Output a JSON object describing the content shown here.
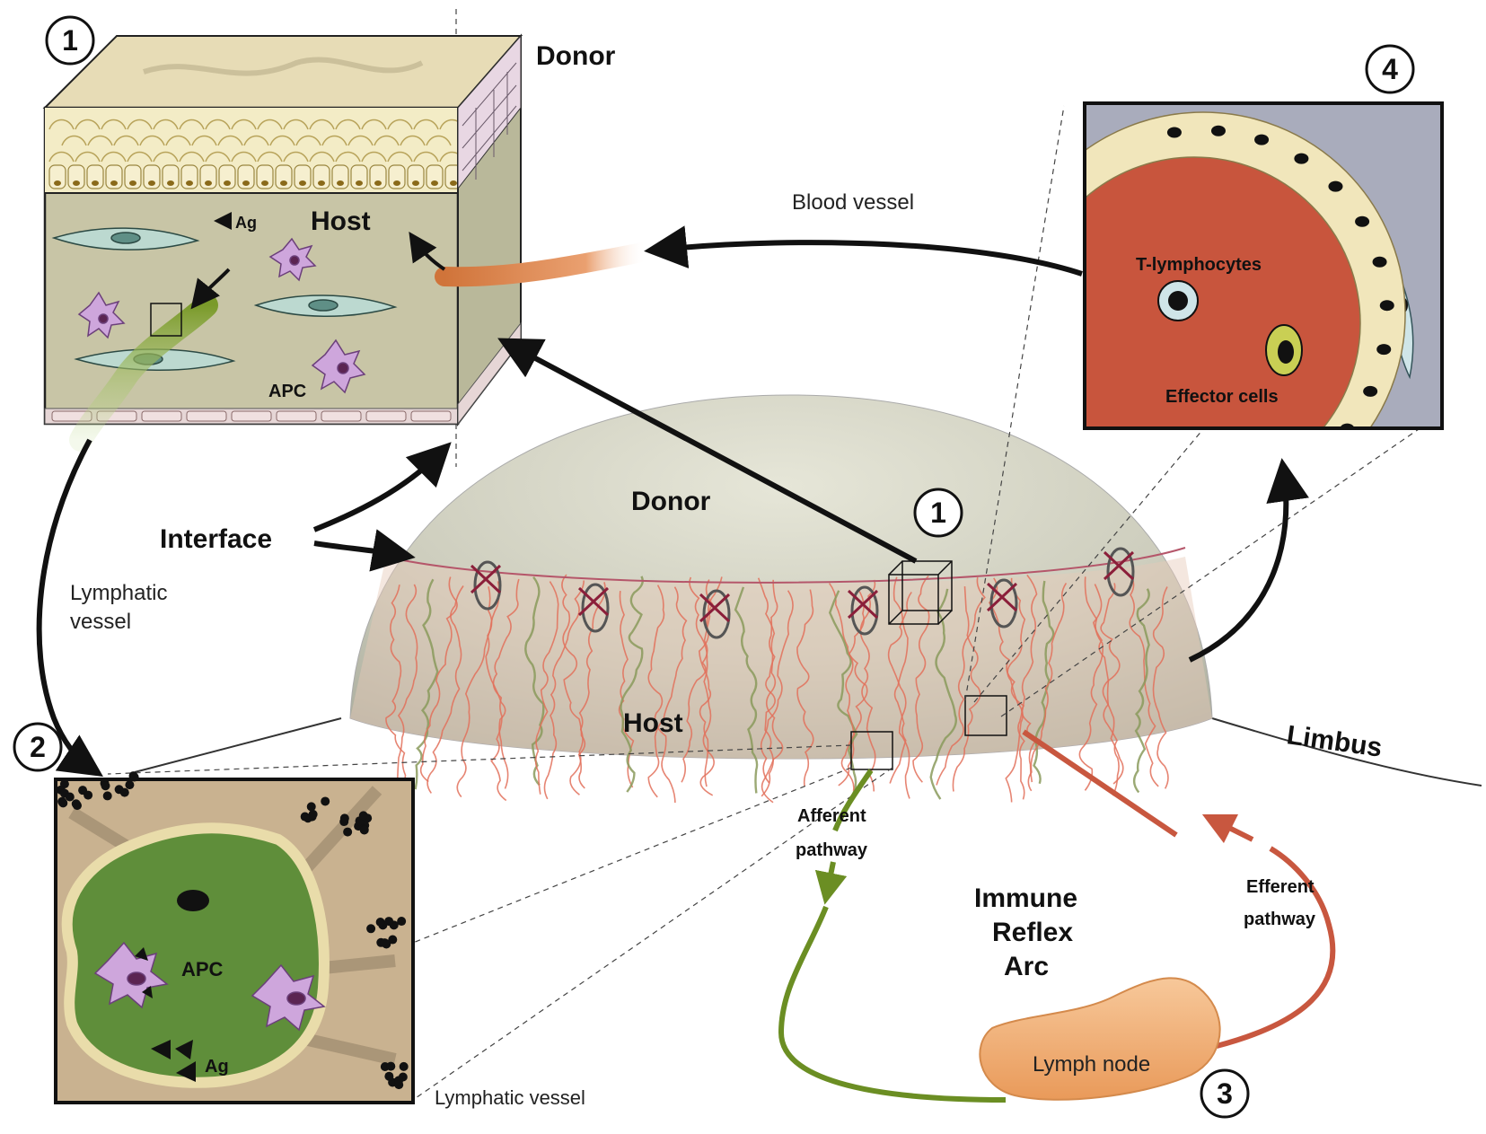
{
  "badges": {
    "panel1": "1",
    "panel2": "2",
    "panel3": "3",
    "panel4": "4",
    "dome1": "1"
  },
  "panel1": {
    "donor": "Donor",
    "host": "Host",
    "ag": "Ag",
    "apc": "APC"
  },
  "panel2": {
    "apc": "APC",
    "ag": "Ag",
    "lymphatic_vessel": "Lymphatic vessel"
  },
  "panel4": {
    "t_lymphocytes": "T-lymphocytes",
    "effector_cells": "Effector cells"
  },
  "labels": {
    "blood_vessel": "Blood vessel",
    "interface": "Interface",
    "lymphatic_vessel_line1": "Lymphatic",
    "lymphatic_vessel_line2": "vessel",
    "donor": "Donor",
    "host": "Host",
    "limbus": "Limbus",
    "afferent_line1": "Afferent",
    "afferent_line2": "pathway",
    "efferent_line1": "Efferent",
    "efferent_line2": "pathway",
    "immune_line1": "Immune",
    "immune_line2": "Reflex",
    "immune_line3": "Arc",
    "lymph_node": "Lymph node"
  },
  "colors": {
    "dome": "#cfcfbf",
    "blood_vessel": "#e2705a",
    "lymph_vessel": "#8a9a5c",
    "afferent": "#6b8e23",
    "efferent": "#c8573f",
    "lymph_node": "#f3b27c",
    "panel_tissue": "#c9c6a8",
    "panel2_bg": "#cbb596",
    "panel2_green": "#5c8c3a",
    "panel4_outer": "#a9acbc",
    "panel4_wall": "#f1e6bb",
    "panel4_lumen": "#c8553d",
    "apc": "#caa3d6"
  }
}
